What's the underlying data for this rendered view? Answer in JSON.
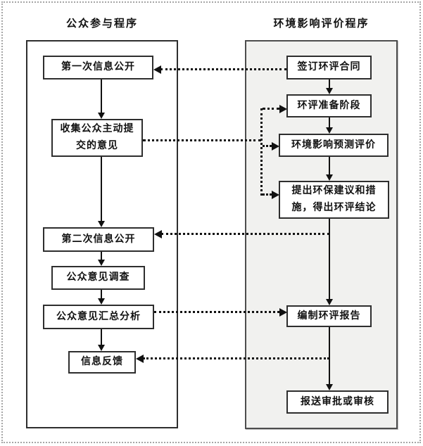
{
  "diagram": {
    "left": {
      "title": "公众参与程序",
      "boxes": [
        {
          "id": "first-info-disclosure",
          "label": "第一次信息公开"
        },
        {
          "id": "collect-public-opinions",
          "label": "收集公众主动提\n交的意见"
        },
        {
          "id": "second-info-disclosure",
          "label": "第二次信息公开"
        },
        {
          "id": "public-opinion-survey",
          "label": "公众意见调查"
        },
        {
          "id": "opinion-summary-analysis",
          "label": "公众意见汇总分析"
        },
        {
          "id": "info-feedback",
          "label": "信息反馈"
        }
      ]
    },
    "right": {
      "title": "环境影响评价程序",
      "boxes": [
        {
          "id": "sign-eia-contract",
          "label": "签订环评合同"
        },
        {
          "id": "eia-preparation",
          "label": "环评准备阶段"
        },
        {
          "id": "impact-prediction-evaluation",
          "label": "环境影响预测评价"
        },
        {
          "id": "propose-measures-conclusions",
          "label": "提出环保建议和措\n施，得出环评结论"
        },
        {
          "id": "compile-eia-report",
          "label": "编制环评报告"
        },
        {
          "id": "submit-approval-review",
          "label": "报送审批或审核"
        }
      ]
    },
    "connections": {
      "solid": [
        {
          "from": "第一次信息公开",
          "to": "收集公众主动提交的意见"
        },
        {
          "from": "收集公众主动提交的意见",
          "to": "第二次信息公开"
        },
        {
          "from": "第二次信息公开",
          "to": "公众意见调查"
        },
        {
          "from": "公众意见调查",
          "to": "公众意见汇总分析"
        },
        {
          "from": "公众意见汇总分析",
          "to": "信息反馈"
        },
        {
          "from": "签订环评合同",
          "to": "环评准备阶段"
        },
        {
          "from": "环评准备阶段",
          "to": "环境影响预测评价"
        },
        {
          "from": "环境影响预测评价",
          "to": "提出环保建议和措施，得出环评结论"
        },
        {
          "from": "提出环保建议和措施，得出环评结论",
          "to": "编制环评报告"
        },
        {
          "from": "编制环评报告",
          "to": "报送审批或审核"
        }
      ],
      "dotted": [
        {
          "from": "签订环评合同",
          "to": "第一次信息公开"
        },
        {
          "from": "收集公众主动提交的意见",
          "to": "环评准备阶段"
        },
        {
          "from": "收集公众主动提交的意见",
          "to": "环境影响预测评价"
        },
        {
          "from": "收集公众主动提交的意见",
          "to": "提出环保建议和措施，得出环评结论"
        },
        {
          "from": "提出环保建议和措施，得出环评结论",
          "to": "第二次信息公开"
        },
        {
          "from": "公众意见汇总分析",
          "to": "编制环评报告"
        },
        {
          "from": "编制环评报告",
          "to": "信息反馈"
        }
      ]
    },
    "colors": {
      "box_fill": "#ffffff",
      "box_border": "#2e2e2e",
      "right_container_fill": "#f1f1ef",
      "line": "#111111",
      "page_border": "#a6a6a6"
    }
  }
}
